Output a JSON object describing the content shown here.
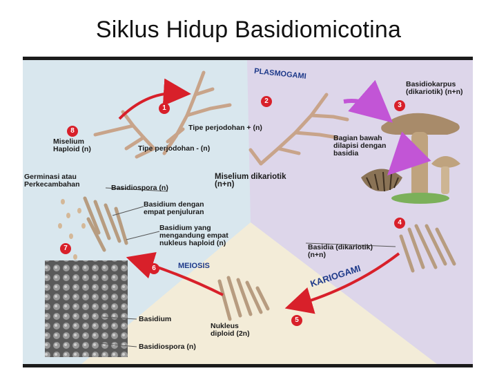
{
  "slide": {
    "title": "Siklus Hidup Basidiomicotina"
  },
  "diagram": {
    "processes": {
      "plasmogami": "PLASMOGAMI",
      "kariogami": "KARIOGAMI",
      "meiosis": "MEIOSIS"
    },
    "stages": [
      "1",
      "2",
      "3",
      "4",
      "5",
      "6",
      "7",
      "8"
    ],
    "labels": {
      "basidiokarpus": "Basidiokarpus\n(dikariotik) (n+n)",
      "tipe_plus": "Tipe perjodohan + (n)",
      "tipe_minus": "Tipe perjodohan - (n)",
      "bagian_bawah": "Bagian bawah\ndilapisi dengan\nbasidia",
      "miselium_haploid": "Miselium\nHaploid (n)",
      "germinasi": "Germinasi atau\nPerkecambahan",
      "basidiospora": "Basidiospora (n)",
      "miselium_dikariotik": "Miselium dikariotik\n(n+n)",
      "basidium_empat": "Basidium dengan\nempat penjuluran",
      "basidium_nukleus": "Basidium yang\nmengandung empat\nnukleus haploid (n)",
      "basidia_dikariotik": "Basidia (dikariotik)\n(n+n)",
      "basidium": "Basidium",
      "nukleus_diploid": "Nukleus\ndiploid (2n)",
      "basidiospora_bottom": "Basidiospora (n)"
    },
    "colors": {
      "background_blue": "#d9e7ee",
      "region_purple": "#ddd6ea",
      "region_cream": "#f3ecd8",
      "arrow_red": "#d8202a",
      "arrow_magenta": "#c255d6",
      "text_process": "#1e3a8a"
    }
  }
}
